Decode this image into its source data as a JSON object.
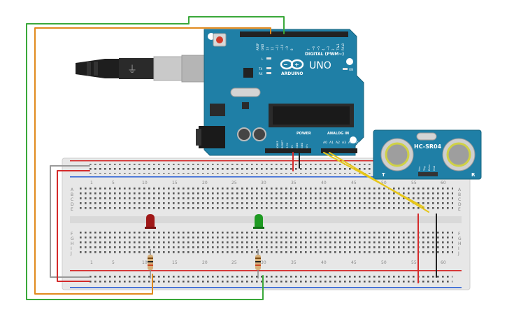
{
  "arduino": {
    "brand": "ARDUINO",
    "model": "UNO",
    "digital_header": "DIGITAL (PWM~)",
    "power_header": "POWER",
    "analog_header": "ANALOG IN",
    "on_label": "ON",
    "l_label": "L",
    "tx_label": "TX",
    "rx_label": "RX",
    "top_pins": [
      "AREF",
      "GND",
      "13",
      "12",
      "~11",
      "~10",
      "~9",
      "8",
      "7",
      "~6",
      "~5",
      "4",
      "~3",
      "2",
      "TX▸1",
      "RX◂0"
    ],
    "power_pins": [
      "IOREF",
      "RESET",
      "3.3V",
      "5V",
      "GND",
      "GND",
      "Vin"
    ],
    "analog_pins": [
      "A0",
      "A1",
      "A2",
      "A3",
      "A4",
      "A5"
    ]
  },
  "sensor": {
    "model": "HC-SR04",
    "pins": [
      "Vcc",
      "Trig",
      "Echo",
      "Gnd"
    ],
    "left_mark": "T",
    "right_mark": "R"
  },
  "breadboard": {
    "col_numbers": [
      "1",
      "5",
      "10",
      "15",
      "20",
      "25",
      "30",
      "35",
      "40",
      "45",
      "50",
      "55",
      "60"
    ],
    "rows_top": [
      "A",
      "B",
      "C",
      "D",
      "E"
    ],
    "rows_bottom": [
      "F",
      "G",
      "H",
      "I",
      "J"
    ]
  },
  "colors": {
    "board": "#1f7fa6",
    "wire_green": "#3aa83a",
    "wire_orange": "#e08a1e",
    "wire_red": "#d42a2a",
    "wire_black": "#222222",
    "wire_yellow": "#e6c619",
    "wire_grey": "#9a9a9a",
    "led_red": "#a01818",
    "led_green": "#1e9a22"
  }
}
